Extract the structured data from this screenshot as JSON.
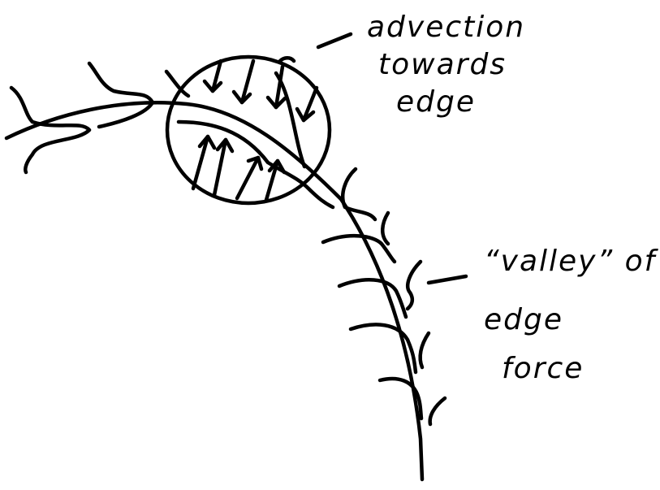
{
  "annotations": {
    "advection": {
      "lines": [
        "advection",
        "towards",
        "edge"
      ]
    },
    "valley": {
      "lines": [
        "“valley” of",
        "edge",
        "force"
      ]
    }
  }
}
